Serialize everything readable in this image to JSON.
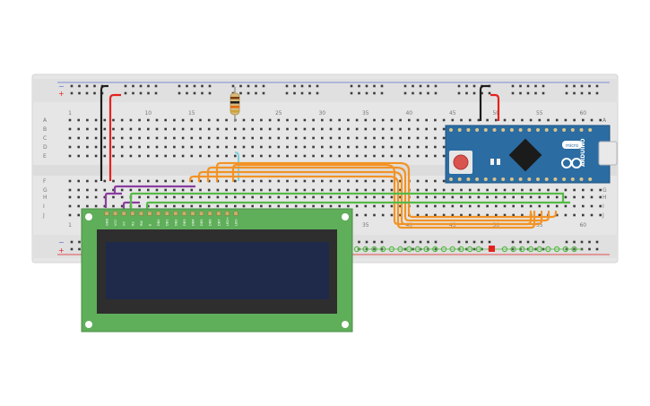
{
  "breadboard": {
    "column_numbers": [
      "1",
      "10",
      "15",
      "20",
      "25",
      "30",
      "35",
      "40",
      "45",
      "50",
      "55",
      "60"
    ],
    "row_letters_top": [
      "A",
      "B",
      "C",
      "D",
      "E"
    ],
    "row_letters_bottom": [
      "F",
      "G",
      "H",
      "I",
      "J"
    ],
    "rail_minus": "−",
    "rail_plus": "+"
  },
  "lcd": {
    "pin_labels": [
      "GND",
      "VCC",
      "V0",
      "RS",
      "RW",
      "E",
      "DB0",
      "DB1",
      "DB2",
      "DB3",
      "DB4",
      "DB5",
      "DB6",
      "DB7",
      "LED+",
      "LED-"
    ]
  },
  "arduino": {
    "board_name": "ARDUINO",
    "model_label": "micro"
  },
  "colors": {
    "breadboard": "#e6e6e6",
    "wire_red": "#e3231f",
    "wire_black": "#1d1d1d",
    "wire_orange": "#f39325",
    "wire_purple": "#8a3ea0",
    "wire_green": "#56b947",
    "wire_cyan": "#7fd0dc",
    "lcd_pcb": "#5fae5a",
    "lcd_screen": "#1f2a4a",
    "arduino_pcb": "#2b6ca3"
  }
}
